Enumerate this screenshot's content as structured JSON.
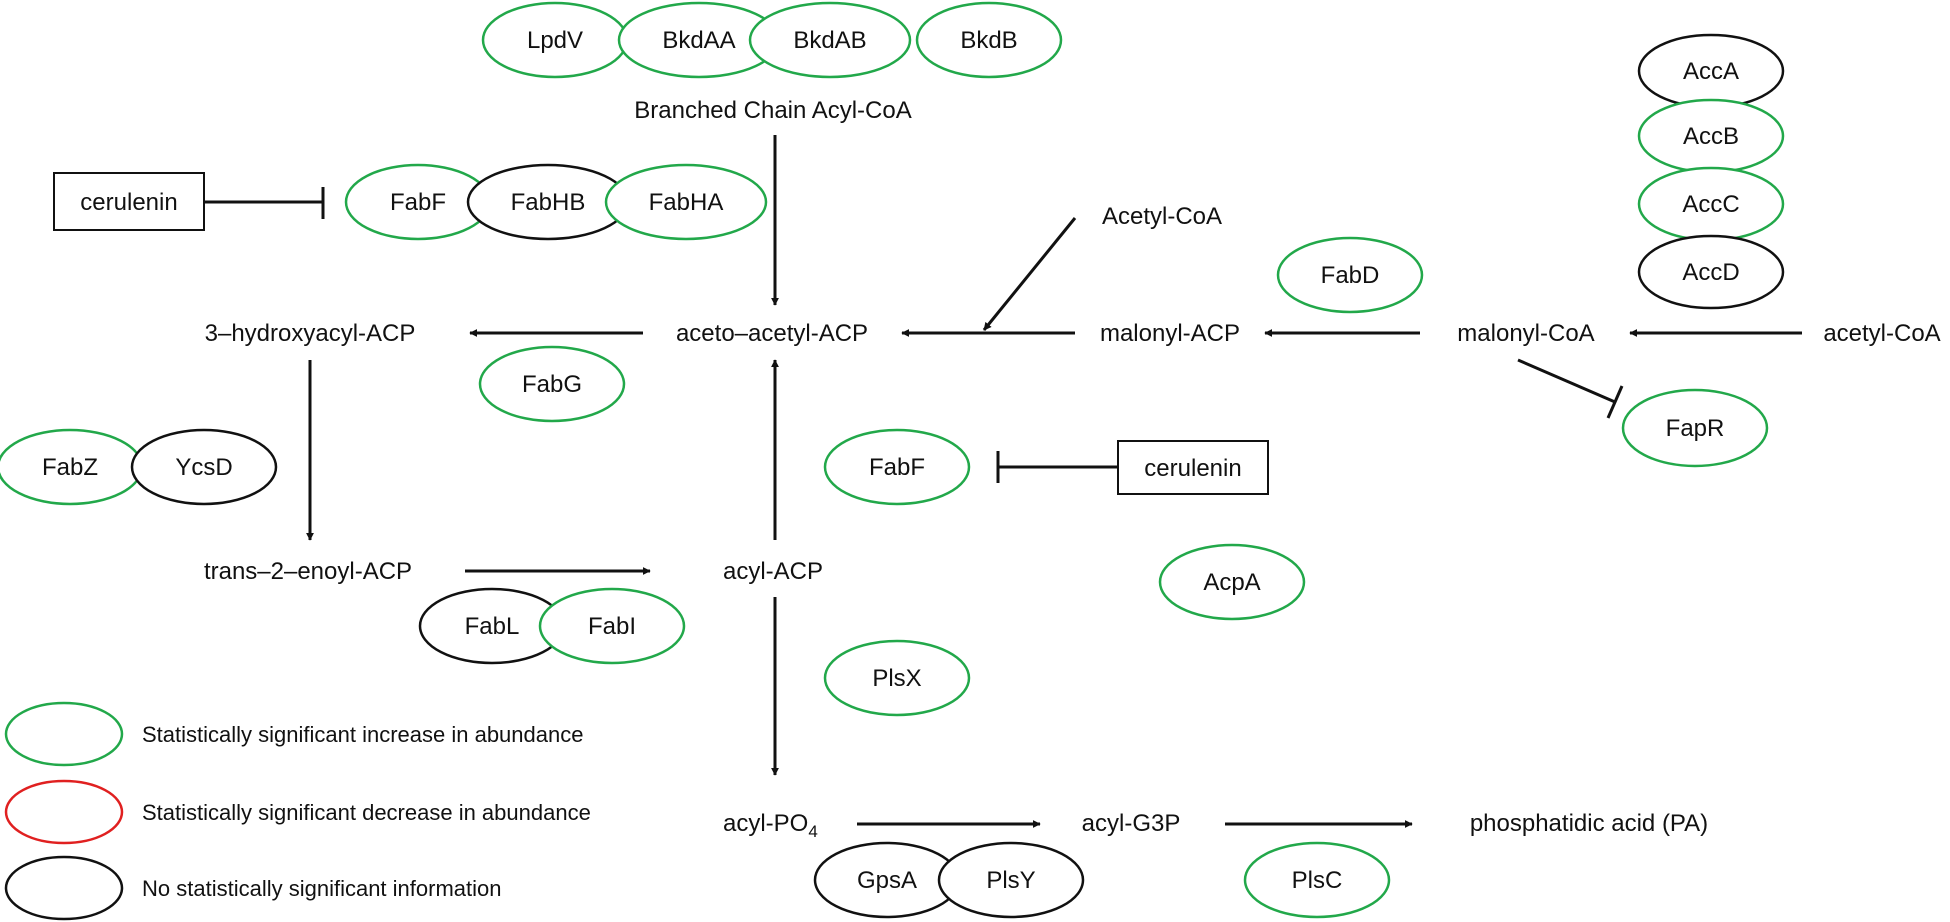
{
  "colors": {
    "increase": "#22a84a",
    "decrease": "#e02020",
    "no_info": "#111111"
  },
  "compounds": {
    "branched": "Branched Chain Acyl-CoA",
    "acetyl_coa_upper": "Acetyl-CoA",
    "hydroxyacyl": "3–hydroxyacyl-ACP",
    "acetoacetyl": "aceto–acetyl-ACP",
    "malonyl_acp": "malonyl-ACP",
    "malonyl_coa": "malonyl-CoA",
    "acetyl_coa_lower": "acetyl-CoA",
    "enoyl": "trans–2–enoyl-ACP",
    "acyl_acp": "acyl-ACP",
    "acyl_po4_main": "acyl-PO",
    "acyl_po4_sub": "4",
    "acyl_g3p": "acyl-G3P",
    "pa": "phosphatidic acid (PA)"
  },
  "inhibitors": {
    "cerulenin_1": "cerulenin",
    "cerulenin_2": "cerulenin"
  },
  "enzymes": {
    "lpdv": {
      "label": "LpdV",
      "status": "increase"
    },
    "bkdaa": {
      "label": "BkdAA",
      "status": "increase"
    },
    "bkdab": {
      "label": "BkdAB",
      "status": "increase"
    },
    "bkdb": {
      "label": "BkdB",
      "status": "increase"
    },
    "fabf_top": {
      "label": "FabF",
      "status": "increase"
    },
    "fabhb": {
      "label": "FabHB",
      "status": "no_info"
    },
    "fabha": {
      "label": "FabHA",
      "status": "increase"
    },
    "acca": {
      "label": "AccA",
      "status": "no_info"
    },
    "accb": {
      "label": "AccB",
      "status": "increase"
    },
    "accc": {
      "label": "AccC",
      "status": "increase"
    },
    "accd": {
      "label": "AccD",
      "status": "no_info"
    },
    "fabd": {
      "label": "FabD",
      "status": "increase"
    },
    "fabg": {
      "label": "FabG",
      "status": "increase"
    },
    "fapr": {
      "label": "FapR",
      "status": "increase"
    },
    "fabz": {
      "label": "FabZ",
      "status": "increase"
    },
    "ycsd": {
      "label": "YcsD",
      "status": "no_info"
    },
    "fabf_mid": {
      "label": "FabF",
      "status": "increase"
    },
    "acpa": {
      "label": "AcpA",
      "status": "increase"
    },
    "fabl": {
      "label": "FabL",
      "status": "no_info"
    },
    "fabi": {
      "label": "FabI",
      "status": "increase"
    },
    "plsx": {
      "label": "PlsX",
      "status": "increase"
    },
    "gpsa": {
      "label": "GpsA",
      "status": "no_info"
    },
    "plsy": {
      "label": "PlsY",
      "status": "no_info"
    },
    "plsc": {
      "label": "PlsC",
      "status": "increase"
    }
  },
  "legend": {
    "increase": "Statistically significant increase in abundance",
    "decrease": "Statistically significant decrease in abundance",
    "no_info": "No statistically significant information"
  }
}
